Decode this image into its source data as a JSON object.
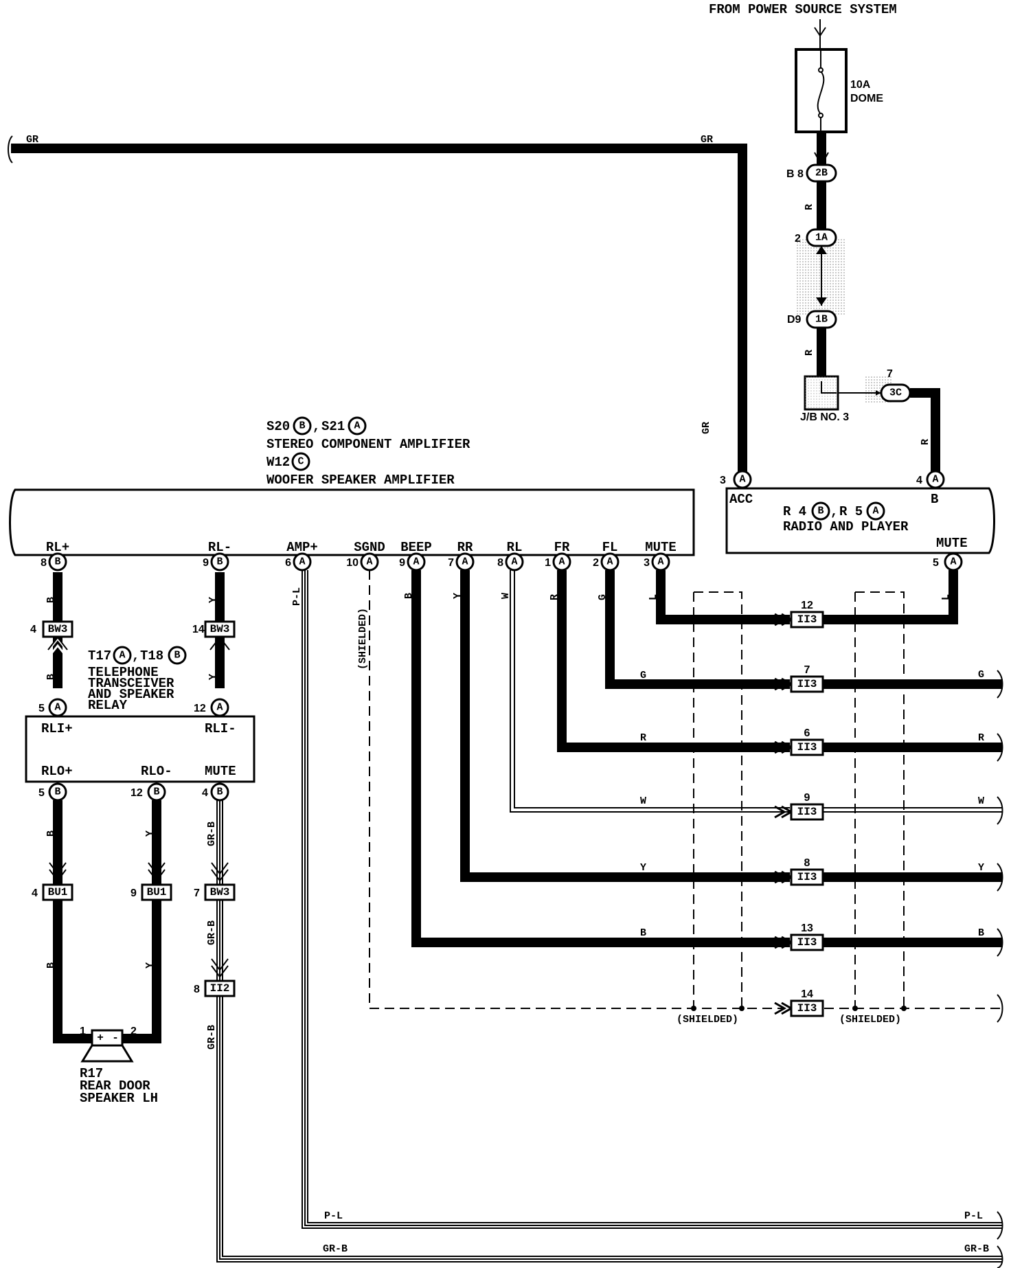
{
  "header": {
    "power_source": "FROM POWER SOURCE SYSTEM"
  },
  "fuse": {
    "rating": "10A",
    "name": "DOME"
  },
  "junction_block": {
    "label": "J/B NO. 3"
  },
  "pins": {
    "b8": "B 8",
    "b8_conn": "2B",
    "p2": "2",
    "p2_conn": "1A",
    "d9": "D9",
    "d9_conn": "1B",
    "p7": "7",
    "p7_conn": "3C"
  },
  "amplifier": {
    "line1_ids": [
      "S20",
      "S21"
    ],
    "line1_conns": [
      "B",
      "A"
    ],
    "line1_sep": ",",
    "line1_title": "STEREO COMPONENT AMPLIFIER",
    "line2_id": "W12",
    "line2_conn": "C",
    "line2_title": "WOOFER SPEAKER AMPLIFIER",
    "terminals": [
      {
        "name": "RL+",
        "pin": "8",
        "conn": "B"
      },
      {
        "name": "RL-",
        "pin": "9",
        "conn": "B"
      },
      {
        "name": "AMP+",
        "pin": "6",
        "conn": "A"
      },
      {
        "name": "SGND",
        "pin": "10",
        "conn": "A"
      },
      {
        "name": "BEEP",
        "pin": "9",
        "conn": "A"
      },
      {
        "name": "RR",
        "pin": "7",
        "conn": "A"
      },
      {
        "name": "RL",
        "pin": "8",
        "conn": "A"
      },
      {
        "name": "FR",
        "pin": "1",
        "conn": "A"
      },
      {
        "name": "FL",
        "pin": "2",
        "conn": "A"
      },
      {
        "name": "MUTE",
        "pin": "3",
        "conn": "A"
      }
    ]
  },
  "radio": {
    "ids": [
      "R 4",
      "R 5"
    ],
    "conns": [
      "B",
      "A"
    ],
    "sep": ",",
    "title": "RADIO AND PLAYER",
    "acc": "ACC",
    "acc_pin": "3",
    "acc_conn": "A",
    "b": "B",
    "b_pin": "4",
    "b_conn": "A",
    "mute": "MUTE",
    "mute_pin": "5",
    "mute_conn": "A"
  },
  "relay": {
    "ids": [
      "T17",
      "T18"
    ],
    "conns": [
      "A",
      "B"
    ],
    "sep": ",",
    "title_lines": [
      "TELEPHONE",
      "TRANSCEIVER",
      "AND SPEAKER",
      "RELAY"
    ],
    "rli_plus": "RLI+",
    "rli_minus": "RLI-",
    "rlo_plus": "RLO+",
    "rlo_minus": "RLO-",
    "mute": "MUTE",
    "pin_rli_plus": "5",
    "conn_rli_plus": "A",
    "pin_rli_minus": "12",
    "conn_rli_minus": "A",
    "pin_rlo_plus": "5",
    "conn_rlo_plus": "B",
    "pin_rlo_minus": "12",
    "conn_rlo_minus": "B",
    "pin_mute": "4",
    "conn_mute": "B"
  },
  "speaker": {
    "id": "R17",
    "line1": "REAR DOOR",
    "line2": "SPEAKER LH",
    "pin1": "1",
    "pin2": "2",
    "plus": "+",
    "minus": "-"
  },
  "connectors": {
    "bw3_a_pin": "4",
    "bw3_b_pin": "14",
    "bw3": "BW3",
    "bu1_a_pin": "4",
    "bu1_b_pin": "9",
    "bu1": "BU1",
    "bw3_c_pin": "7",
    "ii2_pin": "8",
    "ii2": "II2",
    "ii3": "II3"
  },
  "ii3_pins": [
    "12",
    "7",
    "6",
    "9",
    "8",
    "13",
    "14"
  ],
  "wires": {
    "gr": "GR",
    "r": "R",
    "b": "B",
    "y": "Y",
    "g": "G",
    "w": "W",
    "l": "L",
    "pl": "P-L",
    "grb": "GR-B",
    "shielded": "(SHIELDED)"
  }
}
